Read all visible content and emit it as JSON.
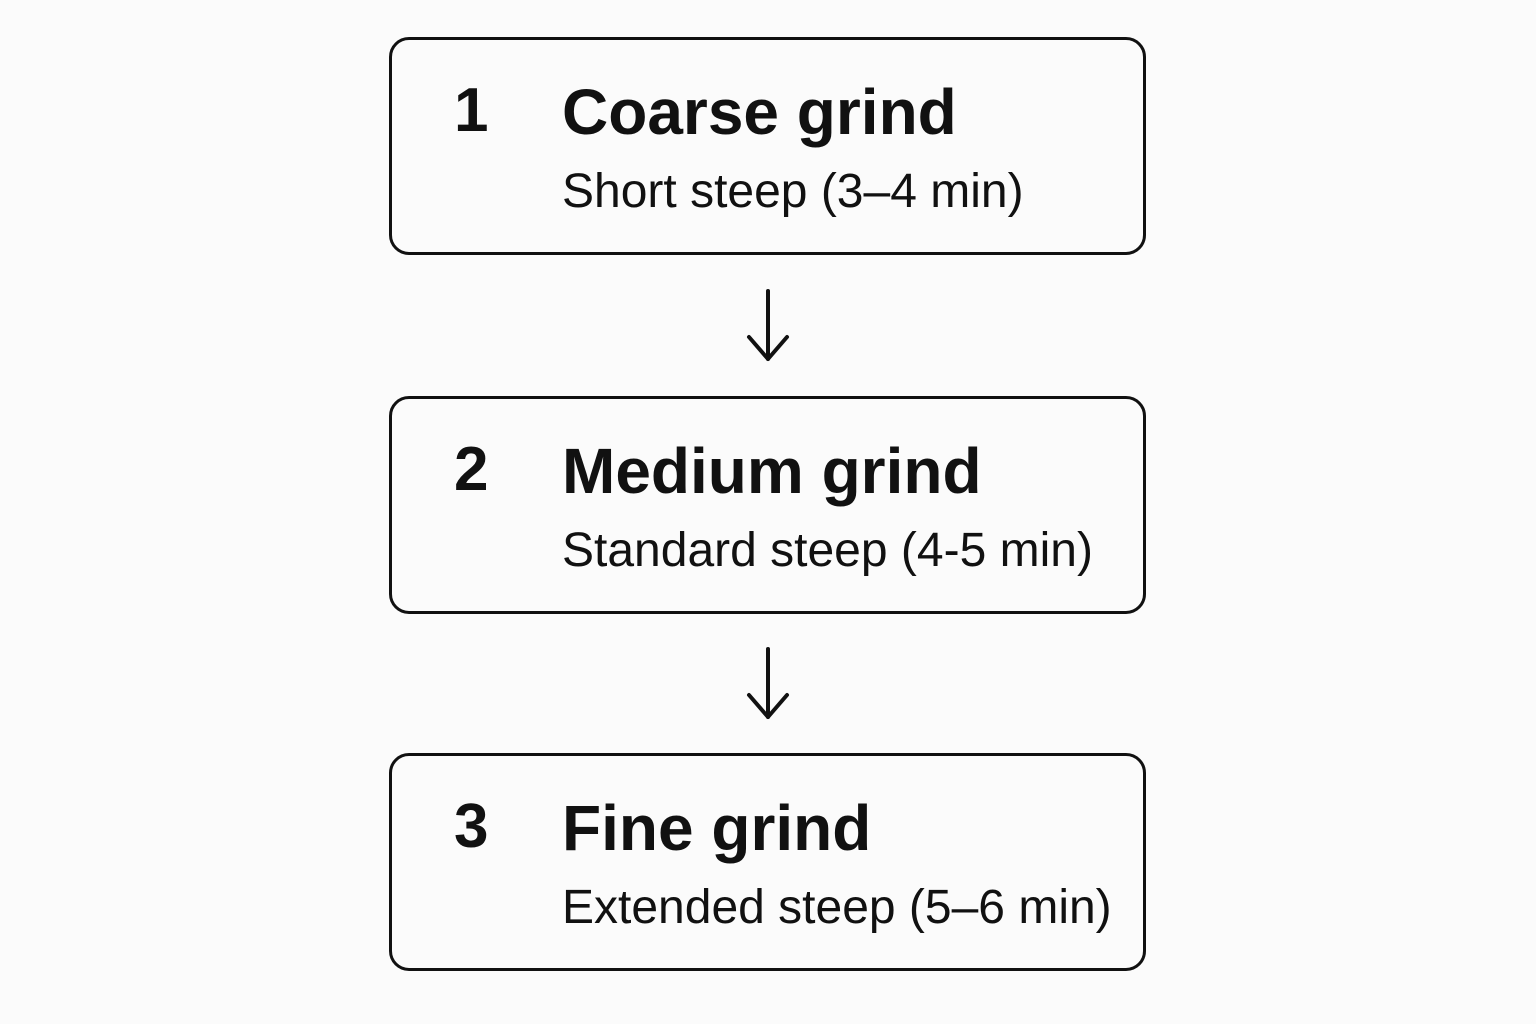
{
  "steps": [
    {
      "number": "1",
      "title": "Coarse grind",
      "subtitle": "Short steep (3–4 min)"
    },
    {
      "number": "2",
      "title": "Medium grind",
      "subtitle": "Standard steep (4-5 min)"
    },
    {
      "number": "3",
      "title": "Fine grind",
      "subtitle": "Extended steep (5–6 min)"
    }
  ],
  "connectors": [
    {
      "icon": "arrow-down-icon"
    },
    {
      "icon": "arrow-down-icon"
    }
  ],
  "colors": {
    "background": "#fbfbfb",
    "stroke": "#111111",
    "text": "#111111"
  }
}
